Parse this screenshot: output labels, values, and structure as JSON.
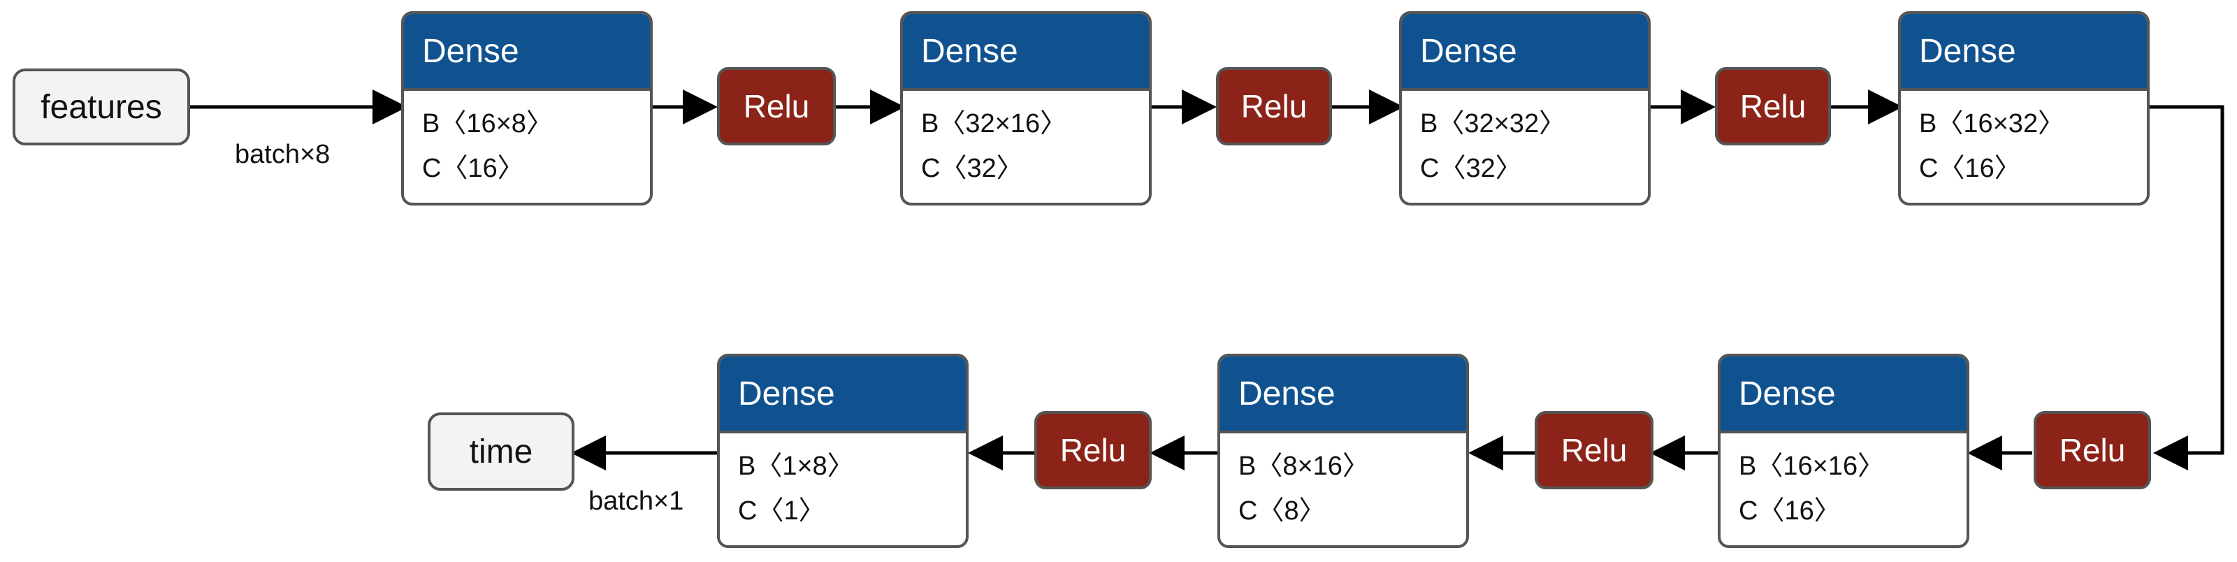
{
  "input": {
    "label": "features"
  },
  "output": {
    "label": "time"
  },
  "shape_labels": {
    "in": "batch×8",
    "out": "batch×1"
  },
  "dense_title": "Dense",
  "relu_label": "Relu",
  "layers": [
    {
      "b": "B〈16×8〉",
      "c": "C〈16〉"
    },
    {
      "b": "B〈32×16〉",
      "c": "C〈32〉"
    },
    {
      "b": "B〈32×32〉",
      "c": "C〈32〉"
    },
    {
      "b": "B〈16×32〉",
      "c": "C〈16〉"
    },
    {
      "b": "B〈16×16〉",
      "c": "C〈16〉"
    },
    {
      "b": "B〈8×16〉",
      "c": "C〈8〉"
    },
    {
      "b": "B〈1×8〉",
      "c": "C〈1〉"
    }
  ],
  "relus": [
    "Relu",
    "Relu",
    "Relu",
    "Relu",
    "Relu",
    "Relu"
  ]
}
